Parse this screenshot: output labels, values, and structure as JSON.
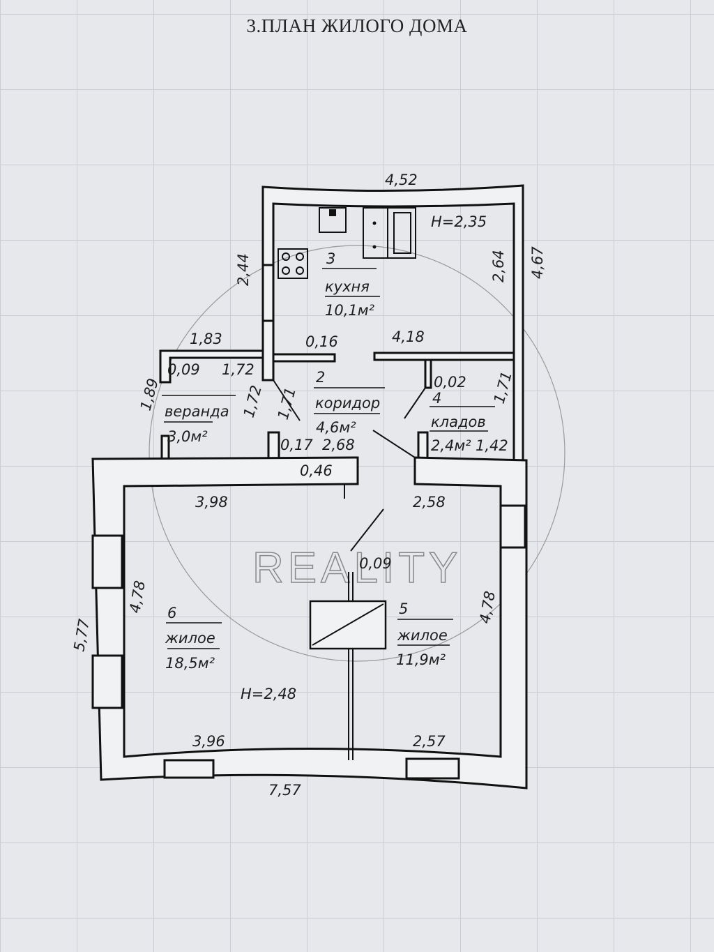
{
  "title": "3.ПЛАН ЖИЛОГО ДОМА",
  "watermark": "REALITY",
  "rooms": [
    {
      "num": "3",
      "name": "кухня",
      "area": "10,1м²"
    },
    {
      "num": "2",
      "name": "коридор",
      "area": "4,6м²"
    },
    {
      "num": "4",
      "name": "кладов",
      "area": "2,4м²"
    },
    {
      "num": "",
      "name": "веранда",
      "area": "3,0м²"
    },
    {
      "num": "6",
      "name": "жилое",
      "area": "18,5м²"
    },
    {
      "num": "5",
      "name": "жилое",
      "area": "11,9м²"
    }
  ],
  "heights": {
    "kitchen": "H=2,35",
    "living": "H=2,48"
  },
  "dims": {
    "top": "4,52",
    "k_left": "2,44",
    "k_right": "2,64",
    "outer_right": "4,67",
    "v_top": "1,83",
    "d016": "0,16",
    "d418": "4,18",
    "d009a": "0,09",
    "d172a": "1,72",
    "d172b": "1,72",
    "d171a": "1,71",
    "d002": "0,02",
    "d171b": "1,71",
    "d189": "1,89",
    "d017": "0,17",
    "d268": "2,68",
    "d142": "1,42",
    "d046": "0,46",
    "d398": "3,98",
    "d258": "2,58",
    "d009b": "0,09",
    "d478a": "4,78",
    "d478b": "4,78",
    "d577": "5,77",
    "d396": "3,96",
    "d257": "2,57",
    "bottom": "7,57"
  }
}
